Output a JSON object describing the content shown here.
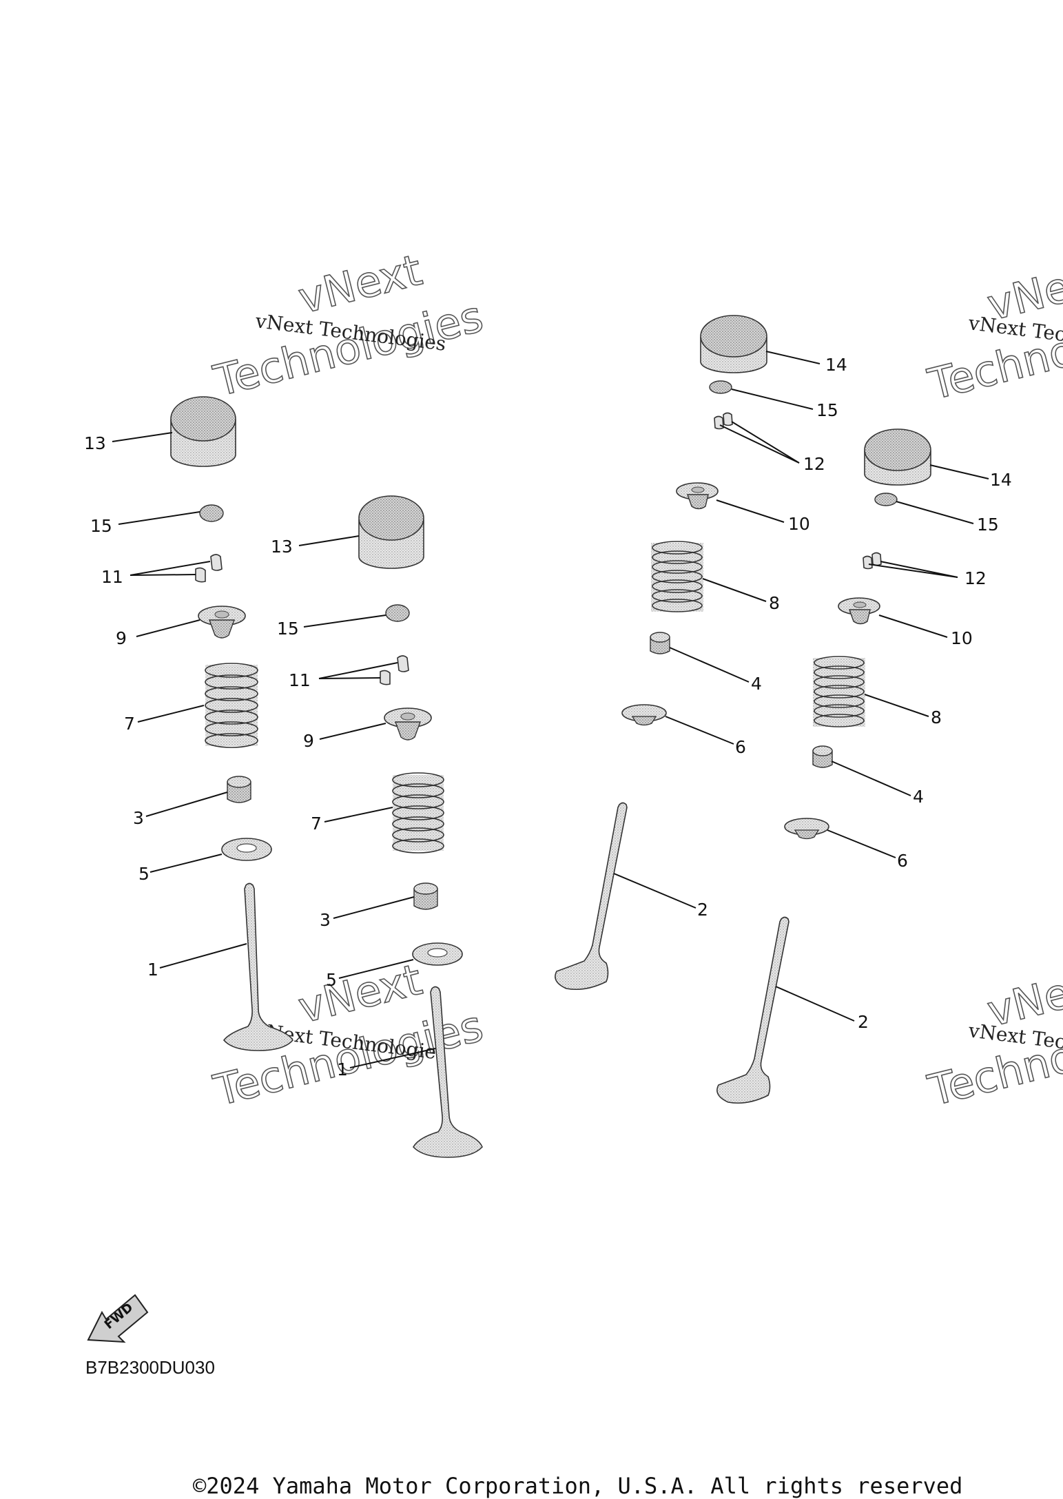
{
  "watermark": {
    "line1": "vNext",
    "line2": "Technologies",
    "caption": "vNext Technologies"
  },
  "fwd_label": "FWD",
  "drawing_code": "B7B2300DU030",
  "copyright": "©2024 Yamaha Motor Corporation, U.S.A. All rights reserved",
  "part_numbers": [
    "1",
    "2",
    "3",
    "4",
    "5",
    "6",
    "7",
    "8",
    "9",
    "10",
    "11",
    "12",
    "13",
    "14",
    "15"
  ]
}
